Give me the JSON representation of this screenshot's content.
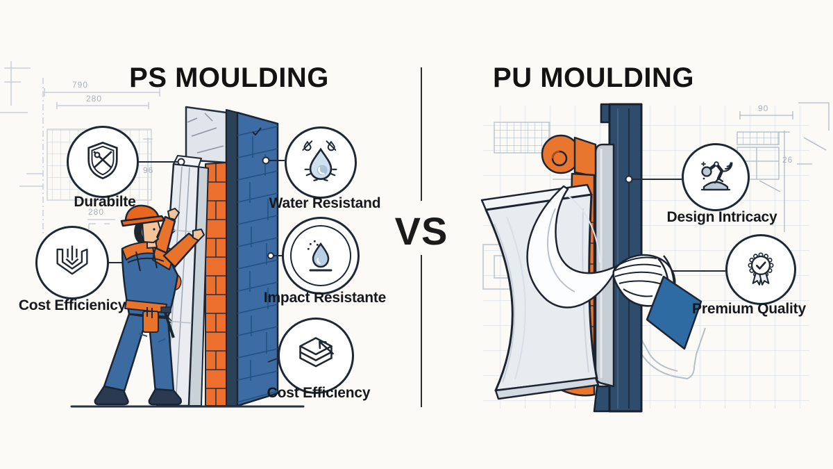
{
  "left_panel": {
    "title": "PS MOULDING",
    "features": [
      {
        "label": "Durabilte",
        "icon": "shield-icon"
      },
      {
        "label": "Cost Efficienicy",
        "icon": "bracket-shield-icon"
      },
      {
        "label": "Water Resistand",
        "icon": "water-drop-icon"
      },
      {
        "label": "Impact Resistante",
        "icon": "impact-drop-icon"
      },
      {
        "label": "Cost Efficiency",
        "icon": "stacked-layers-icon"
      }
    ],
    "blueprint_dimensions": {
      "top_width": "790",
      "inner_width": "280",
      "side_height": "96",
      "lower_width": "280"
    }
  },
  "divider": {
    "vs_label": "VS"
  },
  "right_panel": {
    "title": "PU MOULDING",
    "features": [
      {
        "label": "Design Intricacy",
        "icon": "robotic-arm-icon"
      },
      {
        "label": "Premium Quality",
        "icon": "award-ribbon-icon"
      }
    ],
    "blueprint_dimensions": {
      "top_width": "90",
      "side_height": "26"
    }
  },
  "colors": {
    "accent_orange": "#E8742C",
    "brick_blue": "#3C6CA3",
    "navy": "#2B4158",
    "outline": "#1F2733",
    "panel_grey": "#E9EDF2",
    "blueprint_line": "#C4CDD6",
    "text": "#141414"
  }
}
